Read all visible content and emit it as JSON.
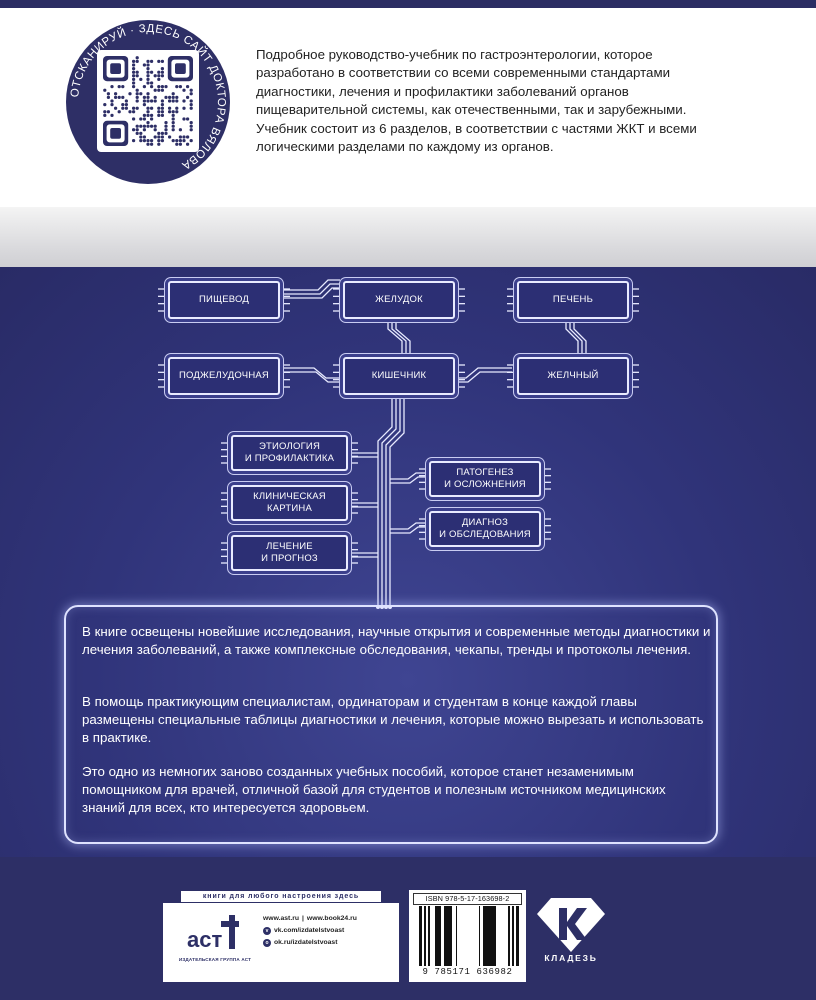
{
  "qr": {
    "ring_text": "ОТСКАНИРУЙ · ЗДЕСЬ САЙТ ДОКТОРА ВЯЛОВА",
    "icon": "qr-code-icon"
  },
  "intro": {
    "paragraph1": "Подробное руководство-учебник по гастроэнтерологии, которое разработано в соответствии со всеми современными стандартами диагностики, лечения и профилактики заболеваний органов пищеварительной системы, как отечественными, так и зарубежными.",
    "paragraph2": "Учебник состоит из 6 разделов, в соответствии с частями ЖКТ и всеми логическими разделами по каждому из органов."
  },
  "diagram": {
    "organs": {
      "esophagus": "ПИЩЕВОД",
      "stomach": "ЖЕЛУДОК",
      "liver": "ПЕЧЕНЬ",
      "pancreas": "ПОДЖЕЛУДОЧНАЯ",
      "intestine": "КИШЕЧНИК",
      "gallbladder": "ЖЕЛЧНЫЙ"
    },
    "sections": {
      "etiology": "ЭТИОЛОГИЯ\nИ ПРОФИЛАКТИКА",
      "clinical": "КЛИНИЧЕСКАЯ\nКАРТИНА",
      "treatment": "ЛЕЧЕНИЕ\nИ ПРОГНОЗ",
      "pathogenesis": "ПАТОГЕНЕЗ\nИ ОСЛОЖНЕНИЯ",
      "diagnosis": "ДИАГНОЗ\nИ ОБСЛЕДОВАНИЯ"
    }
  },
  "panel": {
    "p1": "В книге освещены новейшие исследования, научные открытия и современные методы диагностики и лечения заболеваний, а также комплексные обследования, чекапы, тренды и протоколы лечения.",
    "p2": "В помощь практикующим специалистам, ординаторам и студентам в конце каждой главы размещены специальные таблицы диагностики и лечения, которые можно вырезать и использовать в практике.",
    "p3": "Это одно из немногих заново созданных учебных пособий, которое станет незаменимым помощником для врачей, отличной базой для студентов и полезным источником медицинских знаний для всех, кто интересуется здоровьем."
  },
  "footer": {
    "tagline": "книги для любого настроения здесь",
    "publisher_group": "ИЗДАТЕЛЬСКАЯ ГРУППА АСТ",
    "ast_logo_text": "аст",
    "site_ast": "www.ast.ru",
    "separator": "|",
    "site_book24": "www.book24.ru",
    "vk": "vk.com/izdatelstvoast",
    "ok": "ok.ru/izdatelstvoast",
    "isbn": "ISBN 978-5-17-163698-2",
    "barcode_digits": "9 785171 636982",
    "imprint_name": "КЛАДЕЗЬ",
    "colors": {
      "navy": "#2b2d63",
      "chip_fill": "#2c2f74",
      "outline": "#e9ebff"
    }
  }
}
